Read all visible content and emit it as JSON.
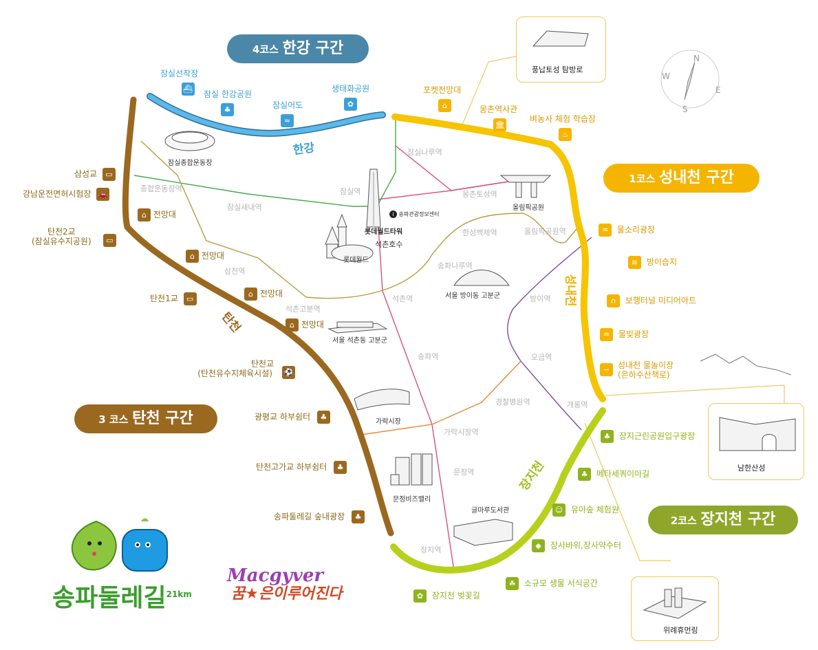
{
  "courses": [
    {
      "id": "course4",
      "label_small": "4코스",
      "label_big": "한강 구간",
      "color": "#4a87a8"
    },
    {
      "id": "course1",
      "label_small": "1코스",
      "label_big": "성내천 구간",
      "color": "#f5b400"
    },
    {
      "id": "course3",
      "label_small": "3 코스",
      "label_big": "탄천 구간",
      "color": "#9b6820"
    },
    {
      "id": "course2",
      "label_small": "2코스",
      "label_big": "장지천 구간",
      "color": "#8fa62a"
    }
  ],
  "rivers": {
    "hangang": "한강",
    "tancheon": "탄천",
    "seongnaecheon": "성내천",
    "jangjicheon": "장지천"
  },
  "pois_hangang": [
    {
      "id": "jamsil-wharf",
      "label": "잠실선착장"
    },
    {
      "id": "jamsil-hangang-park",
      "label": "잠실 한강공원"
    },
    {
      "id": "jamsil-fishway",
      "label": "잠실어도"
    },
    {
      "id": "eco-park",
      "label": "생태화공원"
    }
  ],
  "pois_tancheon": [
    {
      "id": "samseong-bridge",
      "label": "삼성교"
    },
    {
      "id": "driving-test",
      "label": "강남운전면허시험장"
    },
    {
      "id": "tancheon2-line1",
      "label": "탄천2교"
    },
    {
      "id": "tancheon2-line2",
      "label": "(잠실유수지공원)"
    },
    {
      "id": "observatory1",
      "label": "전망대"
    },
    {
      "id": "observatory2",
      "label": "전망대"
    },
    {
      "id": "observatory3",
      "label": "전망대"
    },
    {
      "id": "observatory4",
      "label": "전망대"
    },
    {
      "id": "tancheon1",
      "label": "탄천1교"
    },
    {
      "id": "tancheongyo-line1",
      "label": "탄천교"
    },
    {
      "id": "tancheongyo-line2",
      "label": "(탄천유수지체육시설)"
    },
    {
      "id": "gwangpyeong-shelter",
      "label": "광평교 하부쉼터"
    },
    {
      "id": "tancheongoga-shelter",
      "label": "탄천고가교 하부쉼터"
    },
    {
      "id": "forest-plaza",
      "label": "송파둘레길 숲내광장"
    }
  ],
  "pois_seongnae": [
    {
      "id": "pocket-observatory",
      "label": "포켓전망대"
    },
    {
      "id": "mongchon-museum",
      "label": "몽촌역사관"
    },
    {
      "id": "rice-farm",
      "label": "벼농사 체험 학습장"
    },
    {
      "id": "water-sound-plaza",
      "label": "물소리광장"
    },
    {
      "id": "bangi-wetland",
      "label": "방이습지"
    },
    {
      "id": "walking-tunnel",
      "label": "보행터널 미디어아트"
    },
    {
      "id": "water-light-plaza",
      "label": "물빛광장"
    },
    {
      "id": "water-play-line1",
      "label": "성내천 물놀이장"
    },
    {
      "id": "water-play-line2",
      "label": "(은하수산책로)"
    }
  ],
  "pois_jangji": [
    {
      "id": "jangji-park-entrance",
      "label": "장지근린공원입구광장"
    },
    {
      "id": "meta-sequoia",
      "label": "메타세쿼이아길"
    },
    {
      "id": "forest-experience",
      "label": "유아숲 체험원"
    },
    {
      "id": "jangsa-rock",
      "label": "장사바위,장사약수터"
    },
    {
      "id": "small-habitat",
      "label": "소규모 생물 서식공간"
    },
    {
      "id": "cherry-road",
      "label": "장지천 벚꽃길"
    }
  ],
  "stations": [
    "잠실나루역",
    "몽촌토성역",
    "잠실역",
    "잠실새내역",
    "종합운동장역",
    "삼전역",
    "석촌고분역",
    "한성백제역",
    "올림픽공원역",
    "송파나루역",
    "석촌역",
    "방이역",
    "송파역",
    "오금역",
    "경찰병원역",
    "개롱역",
    "가락시장역",
    "문정역",
    "장지역"
  ],
  "landmarks": {
    "stadium": "잠실종합운동장",
    "lotte_tower": "롯데월드타워",
    "info_center": "송파관광정보센터",
    "lake": "석촌호수",
    "lotte_world": "롯데월드",
    "olympic_park": "올림픽공원",
    "bangi_tomb": "서울 방이동 고분군",
    "seokchon_tomb": "서울 석촌동 고분군",
    "garak_market": "가락시장",
    "munjeong_valley": "문정비즈밸리",
    "garden5": "글마루도서관",
    "pungnap": "풍납토성 탐방로",
    "namhansanseong": "남한산성",
    "wirye": "위례휴먼링"
  },
  "compass": {
    "n": "N",
    "e": "E",
    "s": "S",
    "w": "W"
  },
  "brand": {
    "title": "송파둘레길",
    "distance": "21km"
  },
  "sign": {
    "line1": "Macgyver",
    "line2": "꿈★은이루어진다"
  },
  "colors": {
    "hangang_river": "#5bb8ea",
    "seongnae_river": "#f6c400",
    "tancheon_river": "#9b6820",
    "jangji_river": "#b7d01c",
    "subway_2": "#46a84b",
    "subway_8": "#d7527a",
    "subway_9": "#b99b3f",
    "subway_5": "#7a4fa0",
    "callout": "#f0c860"
  }
}
